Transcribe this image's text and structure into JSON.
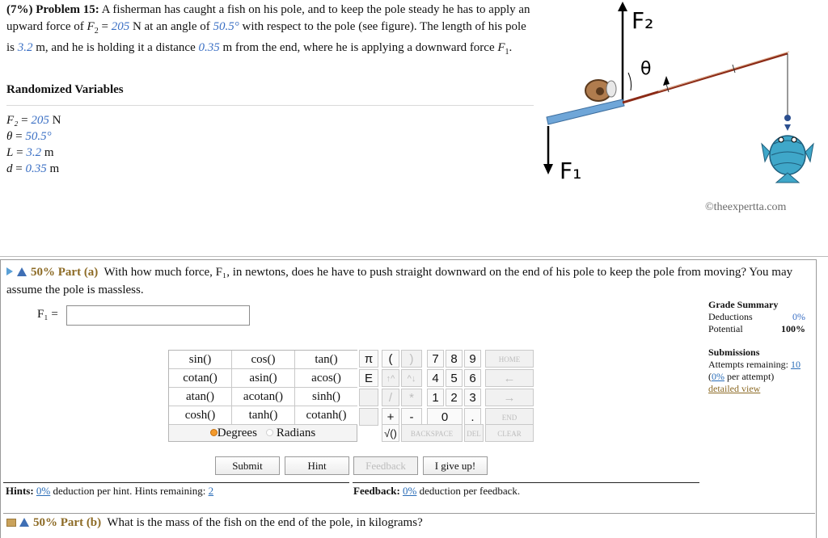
{
  "problem": {
    "weight": "(7%)",
    "title": "Problem 15:",
    "text1": "A fisherman has caught a fish on his pole, and to keep the pole steady he has to apply an upward force of",
    "text2": "N at an angle of",
    "text3": "with respect to the pole (see figure). The length of his pole is",
    "text4": "m, and he is holding it a distance",
    "text5": "m from the end, where he is applying a downward force",
    "text6": ".",
    "F2_value": "205",
    "theta_value": "50.5°",
    "L_value": "3.2",
    "d_value": "0.35"
  },
  "randomized": {
    "title": "Randomized Variables",
    "vars": [
      {
        "name": "F₂",
        "value": "205",
        "unit": "N"
      },
      {
        "name": "θ",
        "value": "50.5°",
        "unit": ""
      },
      {
        "name": "L",
        "value": "3.2",
        "unit": "m"
      },
      {
        "name": "d",
        "value": "0.35",
        "unit": "m"
      }
    ]
  },
  "figure": {
    "F2_label": "F₂",
    "theta_label": "θ",
    "F1_label": "F₁",
    "watermark": "©theexpertta.com",
    "colors": {
      "pole_blue": "#6fa6d8",
      "rod": "#8b2a16",
      "fish": "#3fa7c9"
    }
  },
  "part_a": {
    "head": "50% Part (a)",
    "question": "With how much force, F₁, in newtons, does he have to push straight downward on the end of his pole to keep the pole from moving? You may assume the pole is massless.",
    "input_label": "F₁ =",
    "input_value": ""
  },
  "calc": {
    "functions": [
      "sin()",
      "cos()",
      "tan()",
      "cotan()",
      "asin()",
      "acos()",
      "atan()",
      "acotan()",
      "sinh()",
      "cosh()",
      "tanh()",
      "cotanh()"
    ],
    "degrees": "Degrees",
    "radians": "Radians",
    "keys": {
      "pi": "π",
      "lparen": "(",
      "rparen": ")",
      "e": "E",
      "up": "↑^",
      "down": "^↓",
      "div": "/",
      "mul": "*",
      "plus": "+",
      "minus": "-",
      "sqrt": "√()",
      "n7": "7",
      "n8": "8",
      "n9": "9",
      "n4": "4",
      "n5": "5",
      "n6": "6",
      "n1": "1",
      "n2": "2",
      "n3": "3",
      "n0": "0",
      "dot": ".",
      "home": "HOME",
      "left": "←",
      "right": "→",
      "end": "END",
      "backspace": "BACKSPACE",
      "del": "DEL",
      "clear": "CLEAR"
    }
  },
  "actions": {
    "submit": "Submit",
    "hint": "Hint",
    "feedback": "Feedback",
    "give_up": "I give up!"
  },
  "hints": {
    "label": "Hints:",
    "pct": "0%",
    "text": "deduction per hint. Hints remaining:",
    "remaining": "2"
  },
  "feedback": {
    "label": "Feedback:",
    "pct": "0%",
    "text": "deduction per feedback."
  },
  "grade": {
    "title": "Grade Summary",
    "deductions_label": "Deductions",
    "deductions_value": "0%",
    "potential_label": "Potential",
    "potential_value": "100%",
    "submissions_title": "Submissions",
    "attempts_label": "Attempts remaining:",
    "attempts_value": "10",
    "per_attempt_pct": "0%",
    "per_attempt_text": "per attempt)",
    "detailed": "detailed view"
  },
  "part_b": {
    "head": "50% Part (b)",
    "question": "What is the mass of the fish on the end of the pole, in kilograms?"
  }
}
